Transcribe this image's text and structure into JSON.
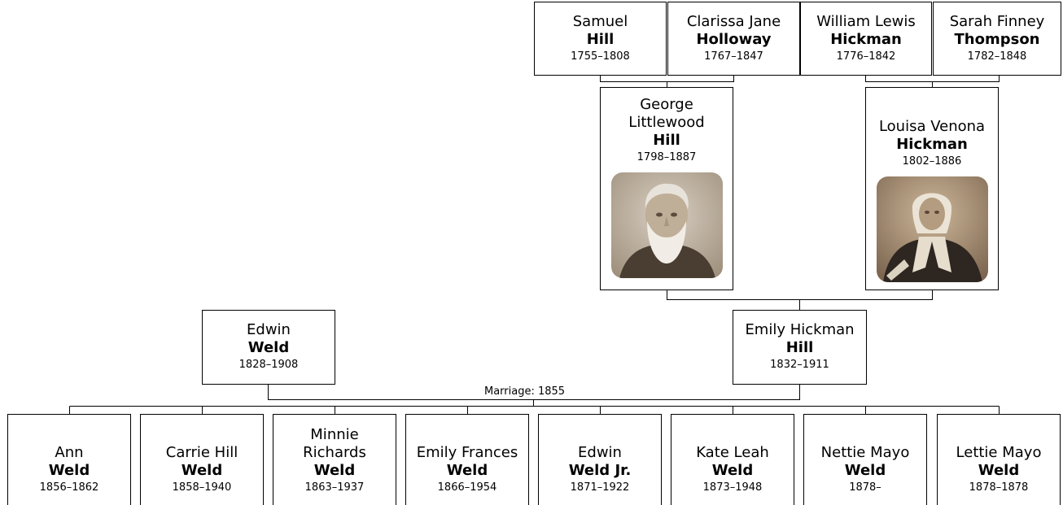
{
  "great_grandparents": [
    {
      "given": "Samuel",
      "surname": "Hill",
      "dates": "1755–1808"
    },
    {
      "given": "Clarissa Jane",
      "surname": "Holloway",
      "dates": "1767–1847"
    },
    {
      "given": "William Lewis",
      "surname": "Hickman",
      "dates": "1776–1842"
    },
    {
      "given": "Sarah Finney",
      "surname": "Thompson",
      "dates": "1782–1848"
    }
  ],
  "grandparents": [
    {
      "given": "George Littlewood",
      "surname": "Hill",
      "dates": "1798–1887",
      "photo": "portrait-elderly-bearded-man"
    },
    {
      "given": "Louisa Venona",
      "surname": "Hickman",
      "dates": "1802–1886",
      "photo": "portrait-woman-bonnet"
    }
  ],
  "parents": [
    {
      "given": "Edwin",
      "surname": "Weld",
      "dates": "1828–1908"
    },
    {
      "given": "Emily Hickman",
      "surname": "Hill",
      "dates": "1832–1911"
    }
  ],
  "marriage_label": "Marriage: 1855",
  "children": [
    {
      "given": "Ann",
      "surname": "Weld",
      "dates": "1856–1862"
    },
    {
      "given": "Carrie Hill",
      "surname": "Weld",
      "dates": "1858–1940"
    },
    {
      "given": "Minnie Richards",
      "surname": "Weld",
      "dates": "1863–1937"
    },
    {
      "given": "Emily Frances",
      "surname": "Weld",
      "dates": "1866–1954"
    },
    {
      "given": "Edwin",
      "surname": "Weld Jr.",
      "dates": "1871–1922"
    },
    {
      "given": "Kate Leah",
      "surname": "Weld",
      "dates": "1873–1948"
    },
    {
      "given": "Nettie Mayo",
      "surname": "Weld",
      "dates": "1878–"
    },
    {
      "given": "Lettie Mayo",
      "surname": "Weld",
      "dates": "1878–1878"
    }
  ],
  "colors": {
    "line": "#000000",
    "box_border": "#000000",
    "photo_tone": "#8a7a66"
  }
}
